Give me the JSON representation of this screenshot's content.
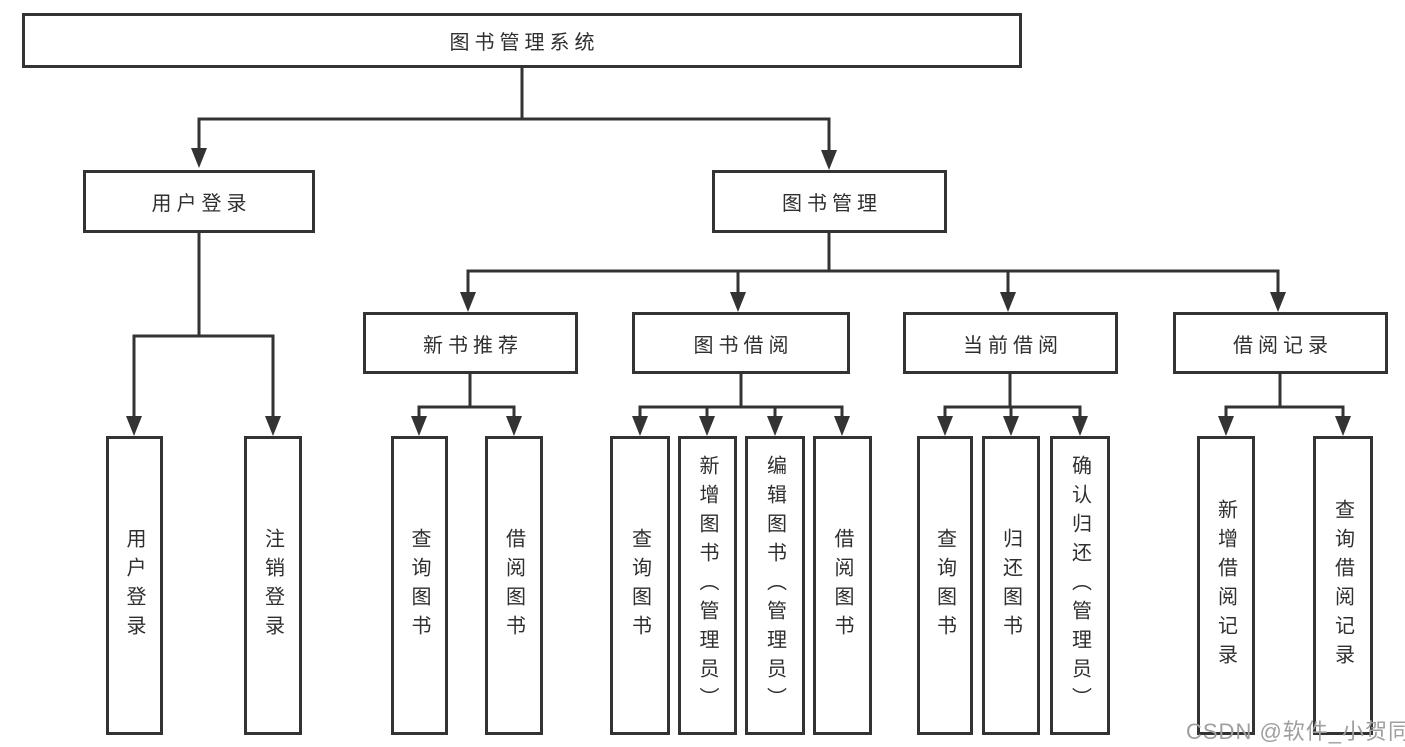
{
  "diagram": {
    "title": "图书管理系统",
    "level2": [
      {
        "label": "用户登录"
      },
      {
        "label": "图书管理"
      }
    ],
    "level3": [
      {
        "label": "新书推荐"
      },
      {
        "label": "图书借阅"
      },
      {
        "label": "当前借阅"
      },
      {
        "label": "借阅记录"
      }
    ],
    "leaves": {
      "user_login": [
        "用户登录",
        "注销登录"
      ],
      "new_books": [
        "查询图书",
        "借阅图书"
      ],
      "book_borrow": [
        "查询图书",
        "新增图书（管理员）",
        "编辑图书（管理员）",
        "借阅图书"
      ],
      "current_borrow": [
        "查询图书",
        "归还图书",
        "确认归还（管理员）"
      ],
      "borrow_records": [
        "新增借阅记录",
        "查询借阅记录"
      ]
    }
  },
  "watermark": "CSDN @软件_小贺同学",
  "colors": {
    "line": "#333333",
    "text": "#2f2f2f",
    "watermark": "#9f9f9f",
    "background": "#ffffff"
  }
}
